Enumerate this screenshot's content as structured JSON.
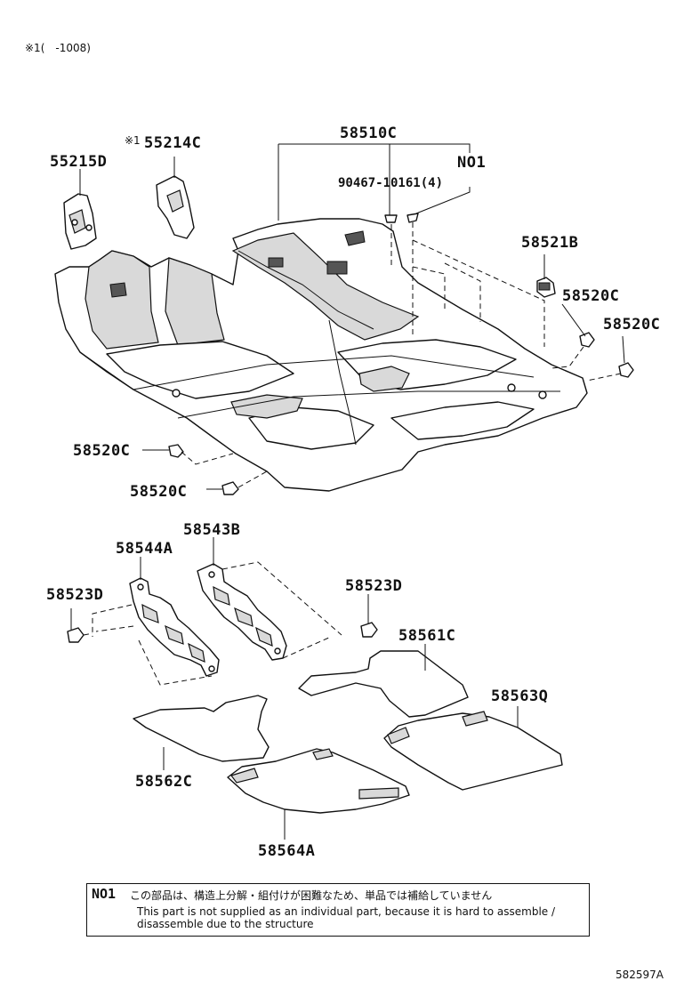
{
  "header_note": "※1(　-1008)",
  "parts": {
    "p55215D": "55215D",
    "p55214C": "55214C",
    "p55214C_mark": "※1",
    "p58510C": "58510C",
    "pNO1": "NO1",
    "p90467": "90467-10161(4)",
    "p58521B": "58521B",
    "p58520C_a": "58520C",
    "p58520C_b": "58520C",
    "p58520C_c": "58520C",
    "p58520C_d": "58520C",
    "p58543B": "58543B",
    "p58544A": "58544A",
    "p58523D_a": "58523D",
    "p58523D_b": "58523D",
    "p58561C": "58561C",
    "p58563Q": "58563Q",
    "p58562C": "58562C",
    "p58564A": "58564A"
  },
  "note": {
    "tag": "NO1",
    "japanese": "この部品は、構造上分解・組付けが困難なため、単品では補給していません",
    "english": "This part is not supplied as an individual part, because it is hard to assemble / disassemble due to the structure"
  },
  "diagram_id": "582597A"
}
